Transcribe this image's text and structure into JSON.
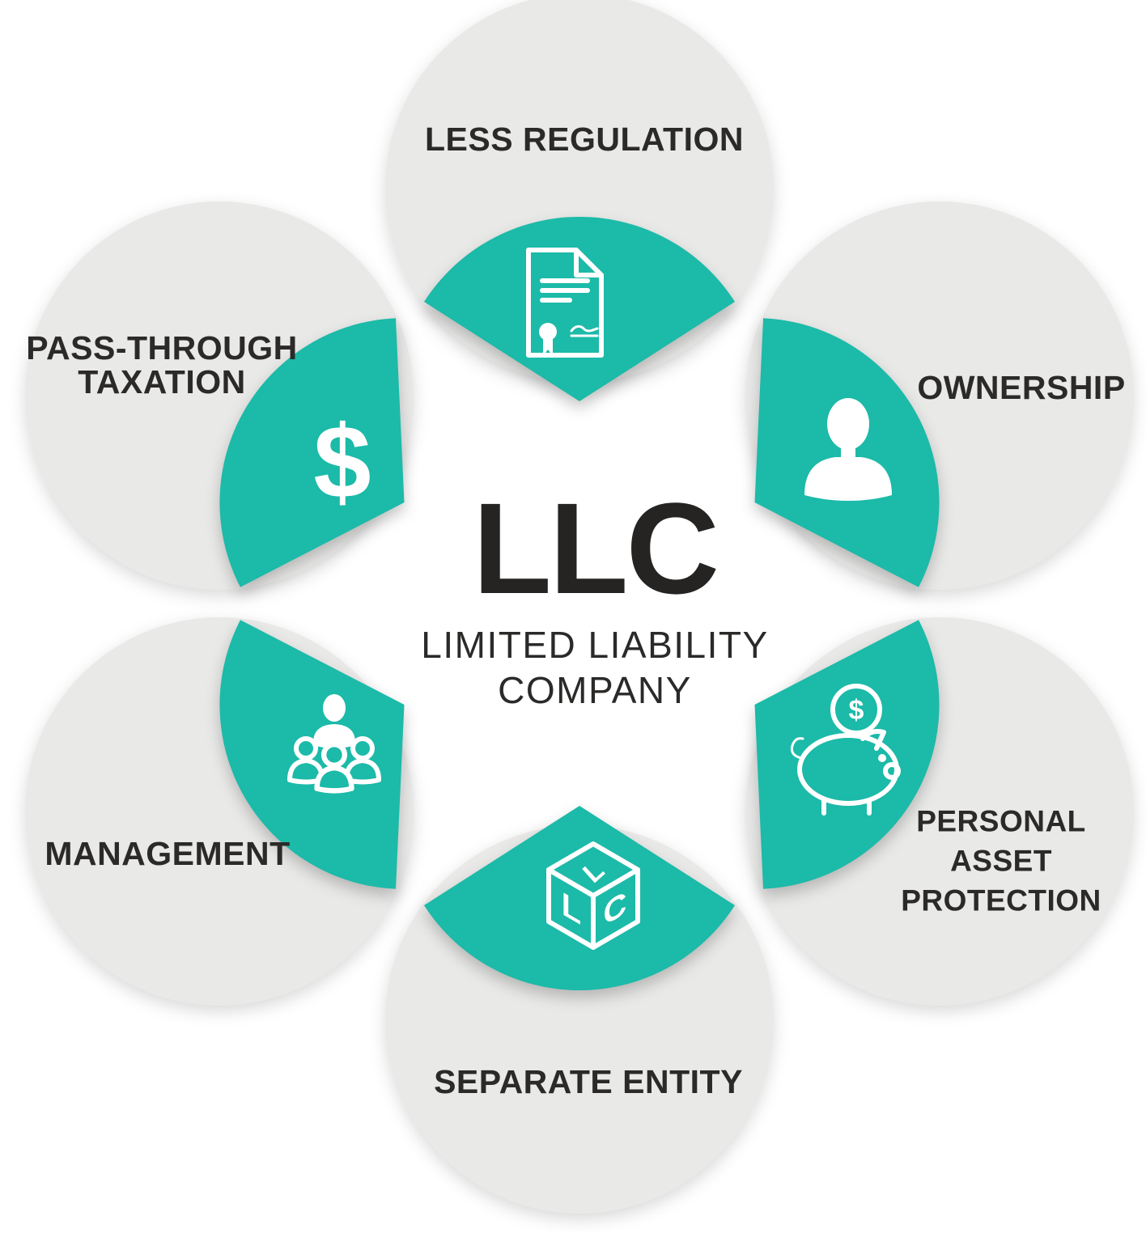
{
  "center": {
    "acronym": "LLC",
    "subtitle": [
      "LIMITED LIABILITY",
      "COMPANY"
    ]
  },
  "benefits": [
    {
      "id": "less-regulation",
      "lines": [
        "LESS REGULATION"
      ],
      "icon": "certificate-icon"
    },
    {
      "id": "ownership",
      "lines": [
        "OWNERSHIP"
      ],
      "icon": "person-icon"
    },
    {
      "id": "personal-asset-protection",
      "lines": [
        "PERSONAL",
        "ASSET",
        "PROTECTION"
      ],
      "icon": "piggy-bank-icon"
    },
    {
      "id": "separate-entity",
      "lines": [
        "SEPARATE ENTITY"
      ],
      "icon": "llc-cube-icon"
    },
    {
      "id": "management",
      "lines": [
        "MANAGEMENT"
      ],
      "icon": "team-icon"
    },
    {
      "id": "pass-through-taxation",
      "lines": [
        "PASS-THROUGH",
        "TAXATION"
      ],
      "icon": "dollar-icon"
    }
  ],
  "glyphs": {
    "dollar": "$",
    "coin_dollar": "$",
    "cube_letters": [
      "L",
      "L",
      "C"
    ]
  },
  "colors": {
    "teal": "#1cbaa8",
    "circle_gray": "#e9e9e8",
    "text_dark": "#2b2a29",
    "icon_white": "#ffffff"
  }
}
